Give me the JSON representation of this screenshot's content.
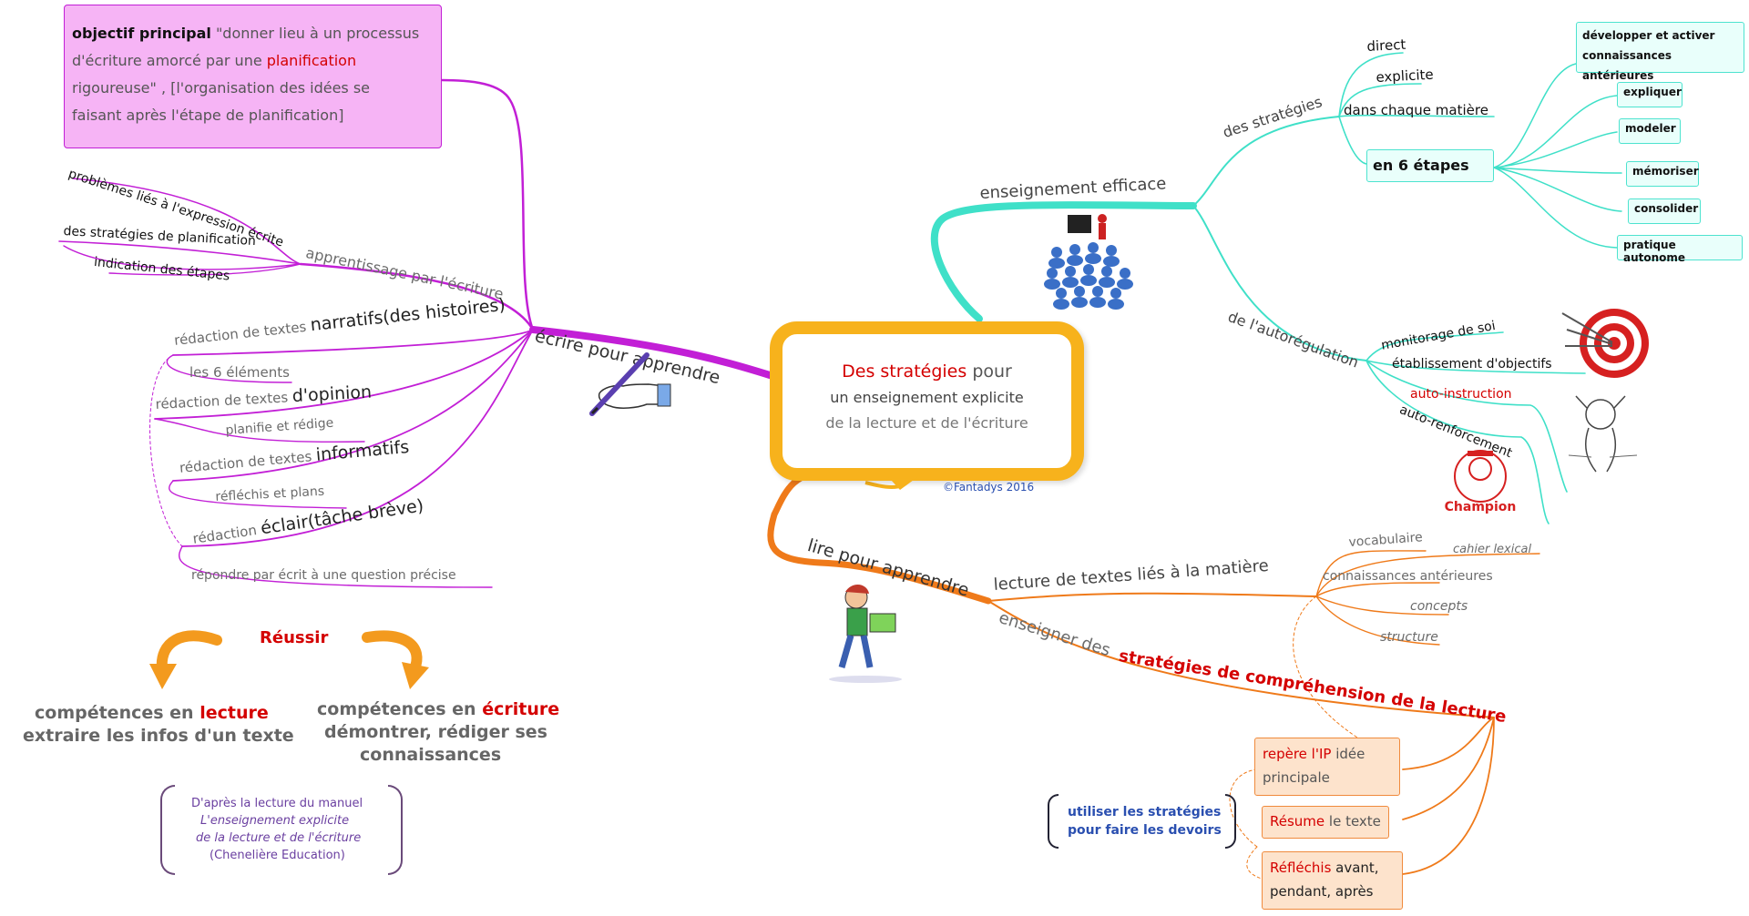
{
  "center": {
    "line1_red": "Des stratégies",
    "line1_rest": " pour",
    "line2": "un enseignement explicite",
    "line3": "de la lecture et de l'écriture",
    "copyright": "©Fantadys 2016"
  },
  "colors": {
    "purple": "#c21fd6",
    "teal": "#3fe0c8",
    "orange": "#ef7a1a",
    "red": "#d40000",
    "yellow": "#f7b21c",
    "pink_box": "#f6b4f5"
  },
  "objectif": {
    "label": "objectif principal",
    "q1": " \"donner lieu à un processus",
    "q2": "d'écriture amorcé par une ",
    "planification": "planification",
    "q3": "rigoureuse\" , [l'organisation des idées se",
    "q4": "faisant après l'étape de planification]"
  },
  "ecrire": {
    "title": "écrire pour apprendre",
    "apprentissage": "apprentissage par l'écriture",
    "sub": [
      "problèmes liés à l'expression écrite",
      "des stratégies de planification",
      "indication des étapes"
    ],
    "narratifs_pre": "rédaction de textes ",
    "narratifs_big": "narratifs(des histoires)",
    "narratifs_sub": "les 6 éléments",
    "opinion_pre": "rédaction de textes ",
    "opinion_big": "d'opinion",
    "opinion_sub": "planifie et rédige",
    "info_pre": "rédaction de textes ",
    "info_big": "informatifs",
    "info_sub": "réfléchis et plans",
    "eclair_pre": "rédaction ",
    "eclair_big": "éclair(tâche brève)",
    "eclair_sub": "répondre par écrit à une question précise"
  },
  "reussir": {
    "title": "Réussir",
    "lect_pre": "compétences en ",
    "lect_red": "lecture",
    "lect_2": "extraire les infos d'un texte",
    "ecr_pre": "compétences en ",
    "ecr_red": "écriture",
    "ecr_2": "démontrer, rédiger ses",
    "ecr_3": "connaissances"
  },
  "source": {
    "l1": "D'après la lecture du manuel",
    "l2": "L'enseignement explicite",
    "l3": "de la lecture et de l'écriture",
    "l4": "(Chenelière Education)"
  },
  "enseignement": {
    "title": "enseignement efficace",
    "strategies": "des stratégies",
    "items": [
      "direct",
      "explicite",
      "dans chaque matière"
    ],
    "etapes": "en 6 étapes",
    "steps": [
      "développer et activer connaissances antérieures",
      "expliquer",
      "modeler",
      "mémoriser",
      "consolider",
      "pratique autonome"
    ],
    "autoreg": "de l'autorégulation",
    "autoreg_items": [
      "monitorage de soi",
      "établissement d'objectifs",
      "auto-instruction",
      "auto-renforcement"
    ],
    "champion": "Champion"
  },
  "lire": {
    "title": "lire pour apprendre",
    "lecture": "lecture de textes liés à la matière",
    "vocab": "vocabulaire",
    "cahier": "cahier lexical",
    "items": [
      "connaissances antérieures",
      "concepts",
      "structure"
    ],
    "enseigner_pre": "enseigner des ",
    "enseigner_red": "stratégies de compréhension de la lecture",
    "repere_red": "repère l'IP",
    "repere_rest": " idée",
    "repere_2": "principale",
    "resume_red": "Résume",
    "resume_rest": " le texte",
    "reflechis_red": "Réfléchis",
    "reflechis_rest": " avant,",
    "reflechis_2": "pendant, après",
    "devoirs1": "utiliser les stratégies",
    "devoirs2": "pour faire les devoirs"
  }
}
